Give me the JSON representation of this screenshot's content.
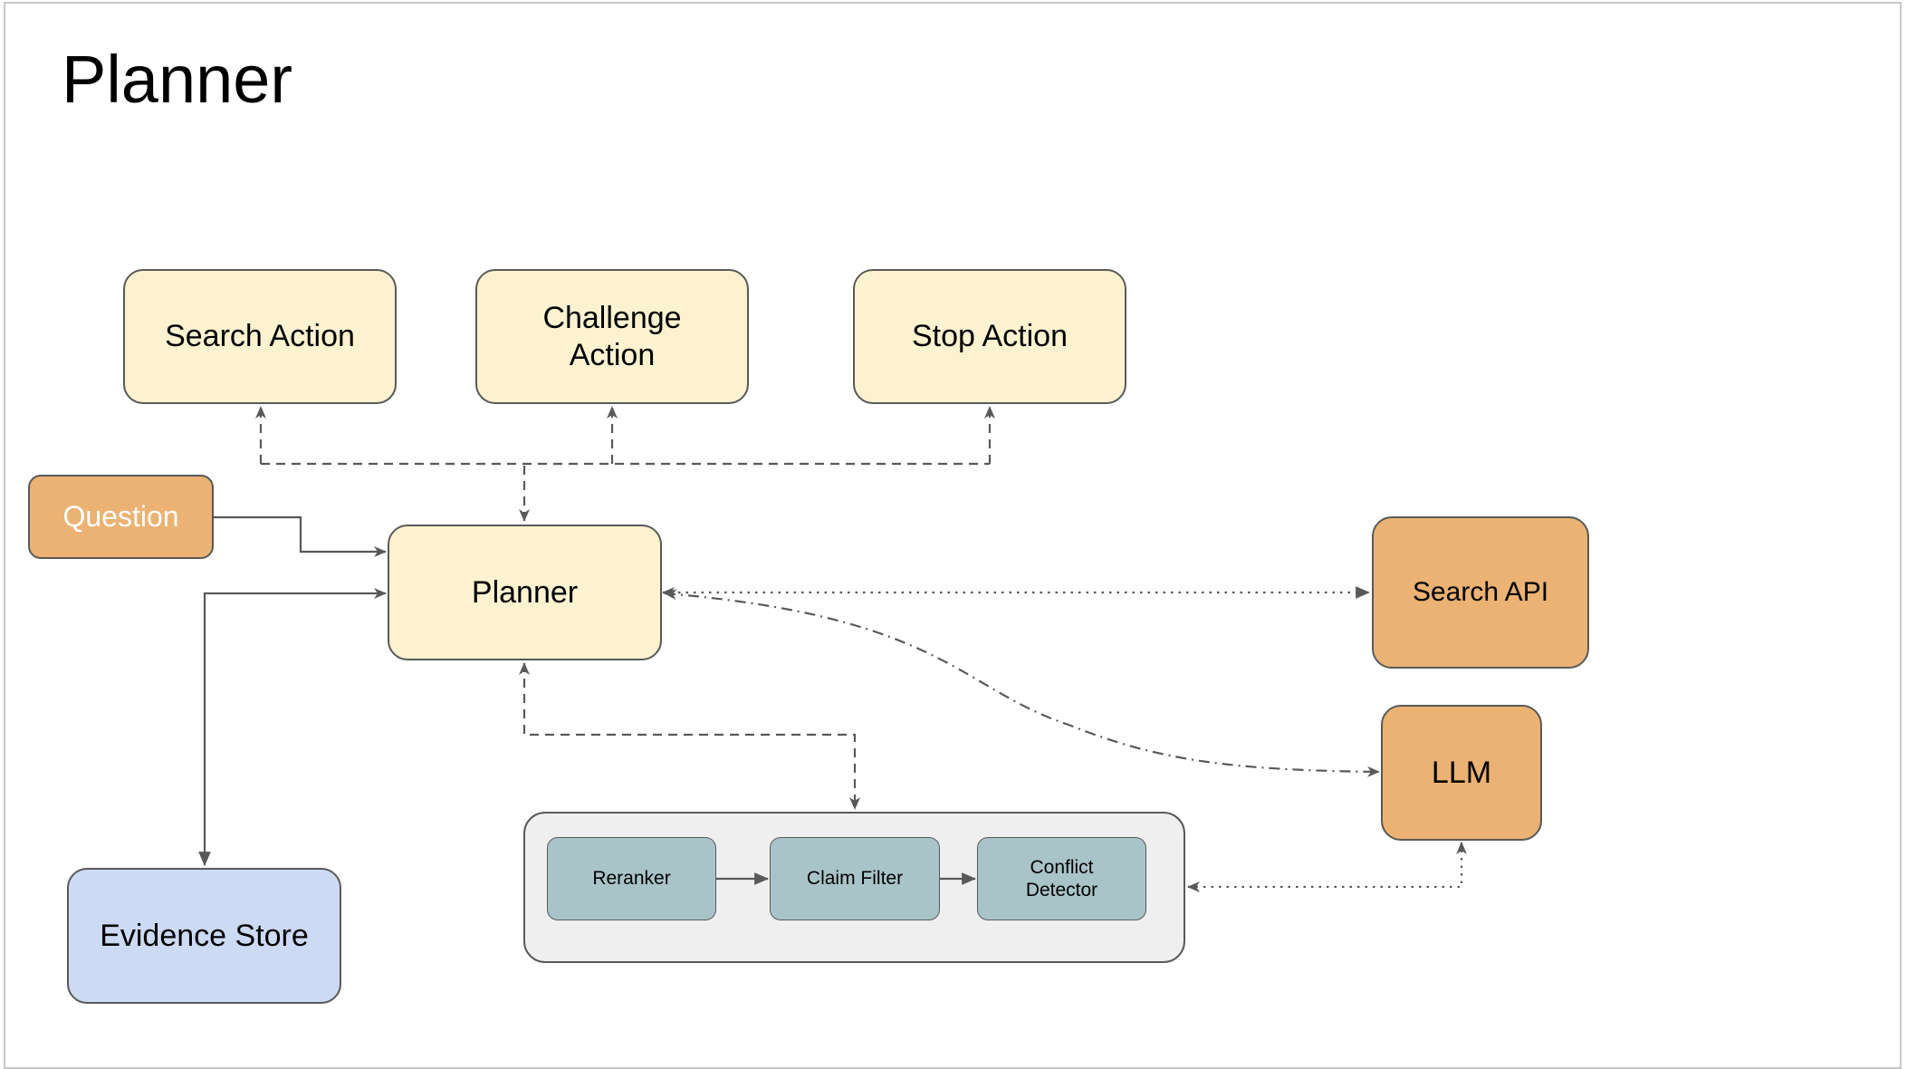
{
  "title": "Planner",
  "nodes": {
    "search_action": "Search Action",
    "challenge_action": "Challenge Action",
    "stop_action": "Stop Action",
    "question": "Question",
    "planner": "Planner",
    "search_api": "Search API",
    "llm": "LLM",
    "evidence_store": "Evidence Store",
    "reranker": "Reranker",
    "claim_filter": "Claim Filter",
    "conflict_detector": "Conflict Detector"
  },
  "colors": {
    "action_fill": "#fdf2d0",
    "external_fill": "#ebb273",
    "store_fill": "#cddaf4",
    "group_fill": "#efefef",
    "stage_fill": "#a9c4c9",
    "stroke": "#595959"
  },
  "edges": [
    {
      "from": "planner",
      "to": "search_action",
      "style": "dashed"
    },
    {
      "from": "planner",
      "to": "challenge_action",
      "style": "dashed"
    },
    {
      "from": "planner",
      "to": "stop_action",
      "style": "dashed"
    },
    {
      "from": "question",
      "to": "planner",
      "style": "solid"
    },
    {
      "from": "evidence_store",
      "to": "planner",
      "style": "solid",
      "direction": "both"
    },
    {
      "from": "planner",
      "to": "search_api",
      "style": "dotted",
      "direction": "both"
    },
    {
      "from": "planner",
      "to": "llm",
      "style": "dash-dot",
      "direction": "both"
    },
    {
      "from": "planner",
      "to": "pipeline",
      "style": "dashed",
      "direction": "both"
    },
    {
      "from": "reranker",
      "to": "claim_filter",
      "style": "solid"
    },
    {
      "from": "claim_filter",
      "to": "conflict_detector",
      "style": "solid"
    },
    {
      "from": "pipeline",
      "to": "llm",
      "style": "dotted",
      "direction": "both"
    }
  ]
}
